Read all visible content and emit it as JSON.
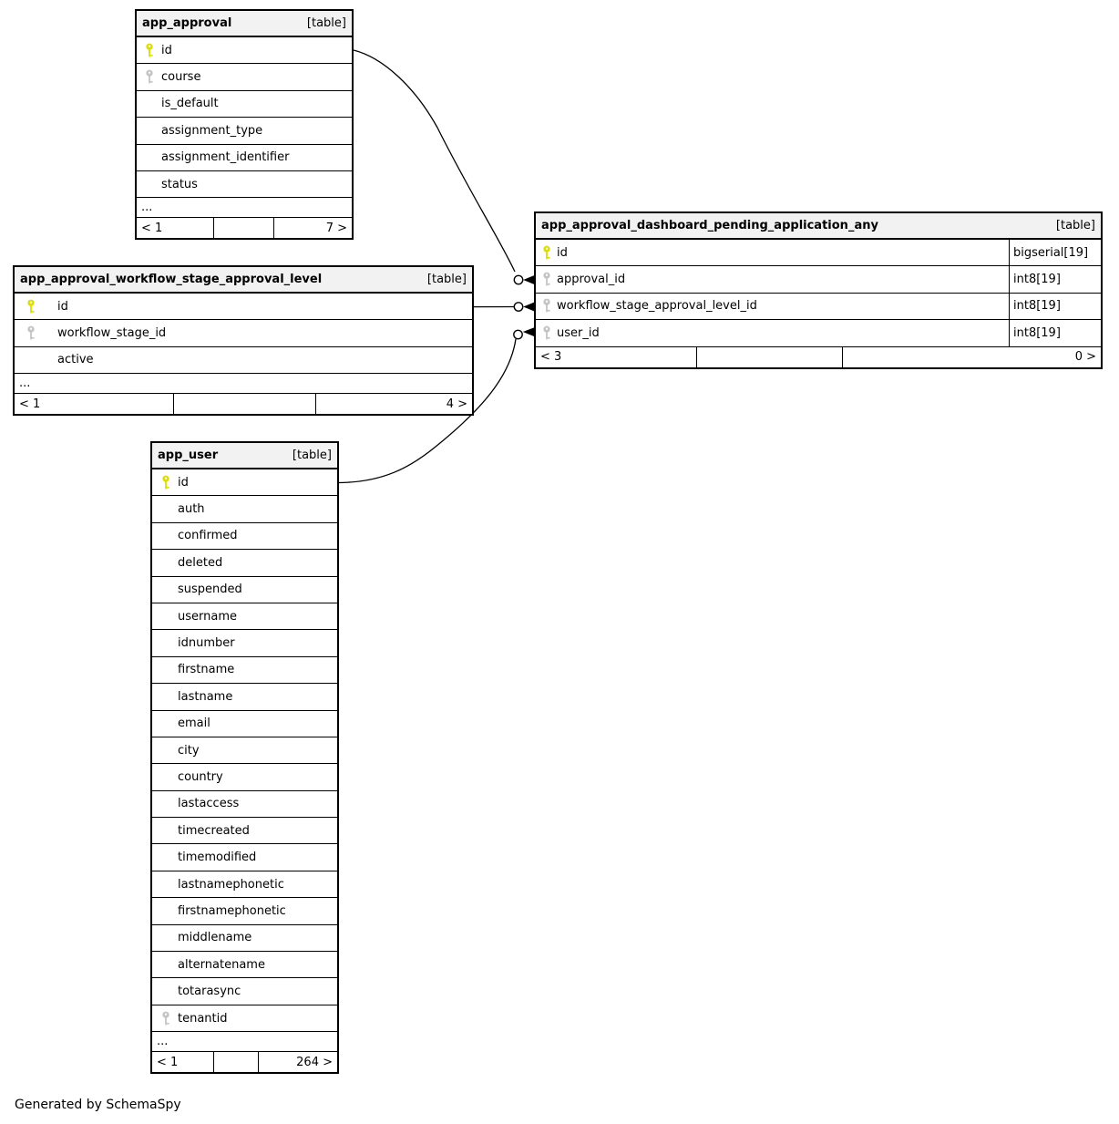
{
  "page": {
    "generated_note": "Generated by SchemaSpy"
  },
  "colors": {
    "primary_key": "#dddd00",
    "foreign_key": "#c4c4c4",
    "header_bg": "#f2f2f2",
    "border": "#000000"
  },
  "tables": [
    {
      "name": "app_approval",
      "tag": "[table]",
      "columns": [
        {
          "name": "id",
          "key": "primary"
        },
        {
          "name": "course",
          "key": "foreign"
        },
        {
          "name": "is_default",
          "key": "none"
        },
        {
          "name": "assignment_type",
          "key": "none"
        },
        {
          "name": "assignment_identifier",
          "key": "none"
        },
        {
          "name": "status",
          "key": "none"
        }
      ],
      "truncated": "...",
      "footer": {
        "left": "< 1",
        "middle": "",
        "right": "7 >"
      }
    },
    {
      "name": "app_approval_workflow_stage_approval_level",
      "tag": "[table]",
      "columns": [
        {
          "name": "id",
          "key": "primary"
        },
        {
          "name": "workflow_stage_id",
          "key": "foreign"
        },
        {
          "name": "active",
          "key": "none"
        }
      ],
      "truncated": "...",
      "footer": {
        "left": "< 1",
        "middle": "",
        "right": "4 >"
      }
    },
    {
      "name": "app_approval_dashboard_pending_application_any",
      "tag": "[table]",
      "columns": [
        {
          "name": "id",
          "key": "primary",
          "type": "bigserial[19]"
        },
        {
          "name": "approval_id",
          "key": "foreign",
          "type": "int8[19]"
        },
        {
          "name": "workflow_stage_approval_level_id",
          "key": "foreign",
          "type": "int8[19]"
        },
        {
          "name": "user_id",
          "key": "foreign",
          "type": "int8[19]"
        }
      ],
      "footer": {
        "left": "< 3",
        "middle": "",
        "right": "0 >"
      }
    },
    {
      "name": "app_user",
      "tag": "[table]",
      "columns": [
        {
          "name": "id",
          "key": "primary"
        },
        {
          "name": "auth",
          "key": "none"
        },
        {
          "name": "confirmed",
          "key": "none"
        },
        {
          "name": "deleted",
          "key": "none"
        },
        {
          "name": "suspended",
          "key": "none"
        },
        {
          "name": "username",
          "key": "none"
        },
        {
          "name": "idnumber",
          "key": "none"
        },
        {
          "name": "firstname",
          "key": "none"
        },
        {
          "name": "lastname",
          "key": "none"
        },
        {
          "name": "email",
          "key": "none"
        },
        {
          "name": "city",
          "key": "none"
        },
        {
          "name": "country",
          "key": "none"
        },
        {
          "name": "lastaccess",
          "key": "none"
        },
        {
          "name": "timecreated",
          "key": "none"
        },
        {
          "name": "timemodified",
          "key": "none"
        },
        {
          "name": "lastnamephonetic",
          "key": "none"
        },
        {
          "name": "firstnamephonetic",
          "key": "none"
        },
        {
          "name": "middlename",
          "key": "none"
        },
        {
          "name": "alternatename",
          "key": "none"
        },
        {
          "name": "totarasync",
          "key": "none"
        },
        {
          "name": "tenantid",
          "key": "foreign"
        }
      ],
      "truncated": "...",
      "footer": {
        "left": "< 1",
        "middle": "",
        "right": "264 >"
      }
    }
  ],
  "relationships": [
    {
      "from_table": "app_approval",
      "from_column": "id",
      "to_table": "app_approval_dashboard_pending_application_any",
      "to_column": "approval_id"
    },
    {
      "from_table": "app_approval_workflow_stage_approval_level",
      "from_column": "id",
      "to_table": "app_approval_dashboard_pending_application_any",
      "to_column": "workflow_stage_approval_level_id"
    },
    {
      "from_table": "app_user",
      "from_column": "id",
      "to_table": "app_approval_dashboard_pending_application_any",
      "to_column": "user_id"
    }
  ]
}
